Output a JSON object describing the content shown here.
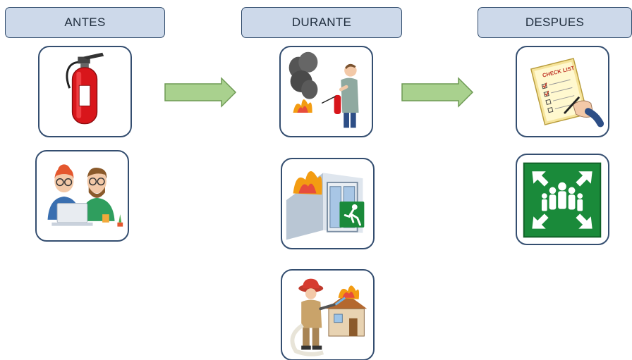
{
  "stages": [
    {
      "id": "antes",
      "label": "ANTES",
      "cards": [
        {
          "name": "fire-extinguisher-card",
          "icon": "fire-extinguisher-icon"
        },
        {
          "name": "office-workers-card",
          "icon": "office-workers-icon"
        }
      ]
    },
    {
      "id": "durante",
      "label": "DURANTE",
      "cards": [
        {
          "name": "person-extinguishing-fire-card",
          "icon": "person-extinguishing-fire-icon"
        },
        {
          "name": "emergency-exit-card",
          "icon": "emergency-exit-icon"
        },
        {
          "name": "firefighter-house-card",
          "icon": "firefighter-house-icon"
        }
      ]
    },
    {
      "id": "despues",
      "label": "DESPUES",
      "cards": [
        {
          "name": "checklist-card",
          "icon": "checklist-icon",
          "texts": {
            "checklist_title": "CHECK LIST"
          }
        },
        {
          "name": "assembly-point-card",
          "icon": "assembly-point-icon"
        }
      ]
    }
  ],
  "arrows": [
    {
      "from": "antes",
      "to": "durante"
    },
    {
      "from": "durante",
      "to": "despues"
    }
  ],
  "colors": {
    "header_fill": "#cdd9ea",
    "header_border": "#2f4a6b",
    "card_border": "#344e70",
    "arrow_fill": "#a9d18e",
    "arrow_stroke": "#6f9b55",
    "extinguisher_red": "#d8161b",
    "assembly_green": "#1a8a3a"
  }
}
